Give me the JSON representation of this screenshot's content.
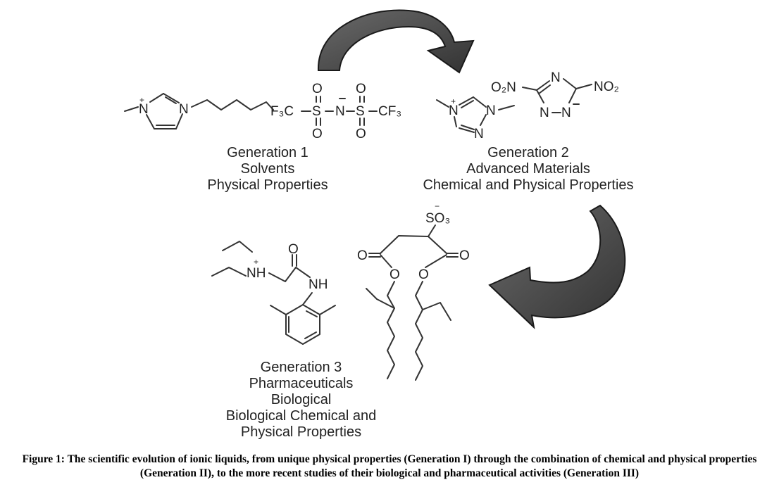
{
  "generations": [
    {
      "lines": [
        "Generation 1",
        "Solvents",
        "Physical Properties"
      ]
    },
    {
      "lines": [
        "Generation 2",
        "Advanced Materials",
        "Chemical and Physical Properties"
      ]
    },
    {
      "lines": [
        "Generation 3",
        "Pharmaceuticals",
        "Biological",
        "Biological Chemical and",
        "Physical Properties"
      ]
    }
  ],
  "molecules": {
    "gen1": {
      "cation_n1": "N",
      "cation_n3": "N",
      "anion_left": "F₃C",
      "anion_right": "CF₃",
      "s1": "S",
      "s2": "S",
      "n": "N",
      "o": "O"
    },
    "gen2": {
      "o2n": "O₂N",
      "no2": "NO₂",
      "n": "N"
    },
    "gen3": {
      "nh_plus": "NH",
      "nh": "NH",
      "o": "O",
      "so3": "SO₃"
    }
  },
  "caption": "Figure 1: The scientific evolution of ionic liquids, from unique physical properties (Generation I) through the combination of chemical and physical properties (Generation II), to the more recent studies of their biological and pharmaceutical activities (Generation III)",
  "colors": {
    "arrow_fill": "#4a4a4a",
    "arrow_stroke": "#1a1a1a",
    "bond": "#333333"
  }
}
